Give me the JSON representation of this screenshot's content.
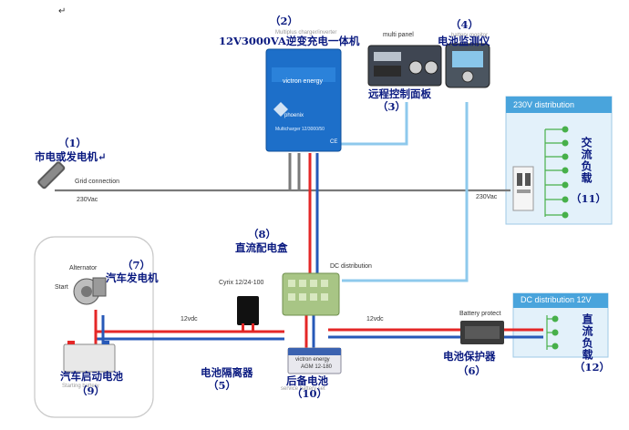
{
  "title": "12V3000VA逆变充电一体机",
  "corner_mark": "↵",
  "items": {
    "grid": {
      "num": "（1）",
      "label": "市电或发电机↵",
      "en": "Grid connection"
    },
    "inverter": {
      "num": "（2）",
      "label": "12V3000VA逆变充电一体机",
      "en": "Multiplus charger/inverter",
      "brand": "victron energy",
      "model": "phoenix",
      "model_sub": "Multicharger 12/3000/50",
      "ce": "CE"
    },
    "panel": {
      "num": "（3）",
      "label": "远程控制面板",
      "en": "multi panel"
    },
    "monitor": {
      "num": "（4）",
      "label": "电池监测仪",
      "en": "battery monitor"
    },
    "alternator": {
      "num": "（7）",
      "label": "汽车发电机",
      "en": "Alternator",
      "start": "Start"
    },
    "dc_box": {
      "num": "（8）",
      "label": "直流配电盒",
      "en": "DC distribution"
    },
    "isolator": {
      "num": "（5）",
      "label": "电池隔离器",
      "en": "Cyrix 12/24-100"
    },
    "backup_battery": {
      "num": "（10）",
      "label": "后备电池",
      "en": "service battery set",
      "brand": "victron energy",
      "spec": "AGM 12-180"
    },
    "starting_battery": {
      "num": "（9）",
      "label": "汽车启动电池",
      "en": "Starting battery"
    },
    "battery_protect": {
      "num": "（6）",
      "label": "电池保护器",
      "en": "Battery protect"
    },
    "ac_panel": {
      "num": "（11）",
      "label": "交流负载",
      "header": "230V distribution"
    },
    "dc_panel": {
      "num": "（12）",
      "label": "直流负载",
      "header": "DC distribution 12V"
    }
  },
  "wires": {
    "v230_left": "230Vac",
    "v230_right": "230Vac",
    "vdc_left": "12vdc",
    "vdc_right": "12vdc"
  },
  "colors": {
    "navy_text": "#0a1a80",
    "inverter_blue": "#1d6fc9",
    "panel_header": "#49a4dc",
    "panel_bg": "#e3f1fa",
    "load_green": "#47b04a",
    "data_cable": "#8ec9ec",
    "red_wire": "#e42727",
    "blue_wire": "#2759b8",
    "ac_cable": "#7a7a7a"
  }
}
